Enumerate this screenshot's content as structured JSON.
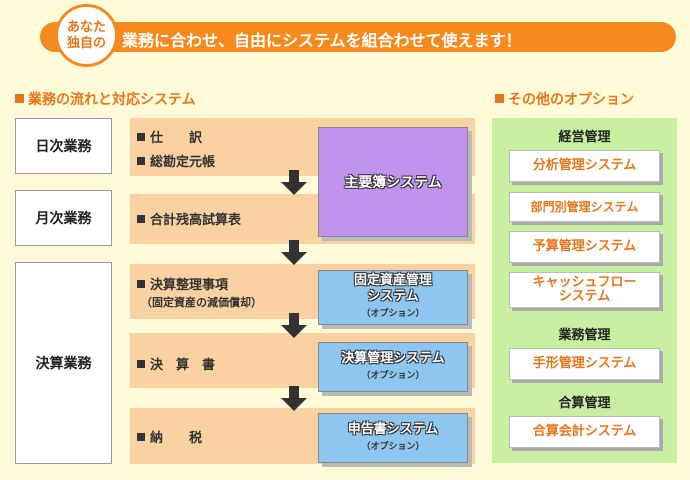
{
  "header": {
    "badge_line1": "あなた",
    "badge_line2": "独自の",
    "banner_text": "業務に合わせ、自由にシステムを組合わせて使えます！"
  },
  "left_section": {
    "title": "業務の流れと対応システム",
    "stages": [
      "日次業務",
      "月次業務",
      "決算業務"
    ],
    "bands": [
      {
        "items": [
          "仕　　訳",
          "総勘定元帳"
        ]
      },
      {
        "items": [
          "合計残高試算表"
        ]
      },
      {
        "items": [
          "決算整理事項"
        ],
        "note": "（固定資産の減価償却）"
      },
      {
        "items": [
          "決　算　書"
        ]
      },
      {
        "items": [
          "納　　税"
        ]
      }
    ],
    "systems": {
      "main": "主要簿システム",
      "fixed_assets_line1": "固定資産管理",
      "fixed_assets_line2": "システム",
      "closing": "決算管理システム",
      "tax_return": "申告書システム",
      "option_label": "（オプション）"
    }
  },
  "right_section": {
    "title": "その他のオプション",
    "categories": [
      {
        "name": "経営管理",
        "items": [
          "分析管理システム",
          "部門別管理システム",
          "予算管理システム",
          "キャッシュフロー",
          "システム"
        ]
      },
      {
        "name": "業務管理",
        "items": [
          "手形管理システム"
        ]
      },
      {
        "name": "合算管理",
        "items": [
          "合算会計システム"
        ]
      }
    ]
  },
  "colors": {
    "accent_orange": "#f68a1e",
    "background": "#fffbd9",
    "band": "#fad1a0",
    "main_system": "#c293ee",
    "option_system": "#8ec6f2",
    "options_panel": "#c9f0a0"
  }
}
